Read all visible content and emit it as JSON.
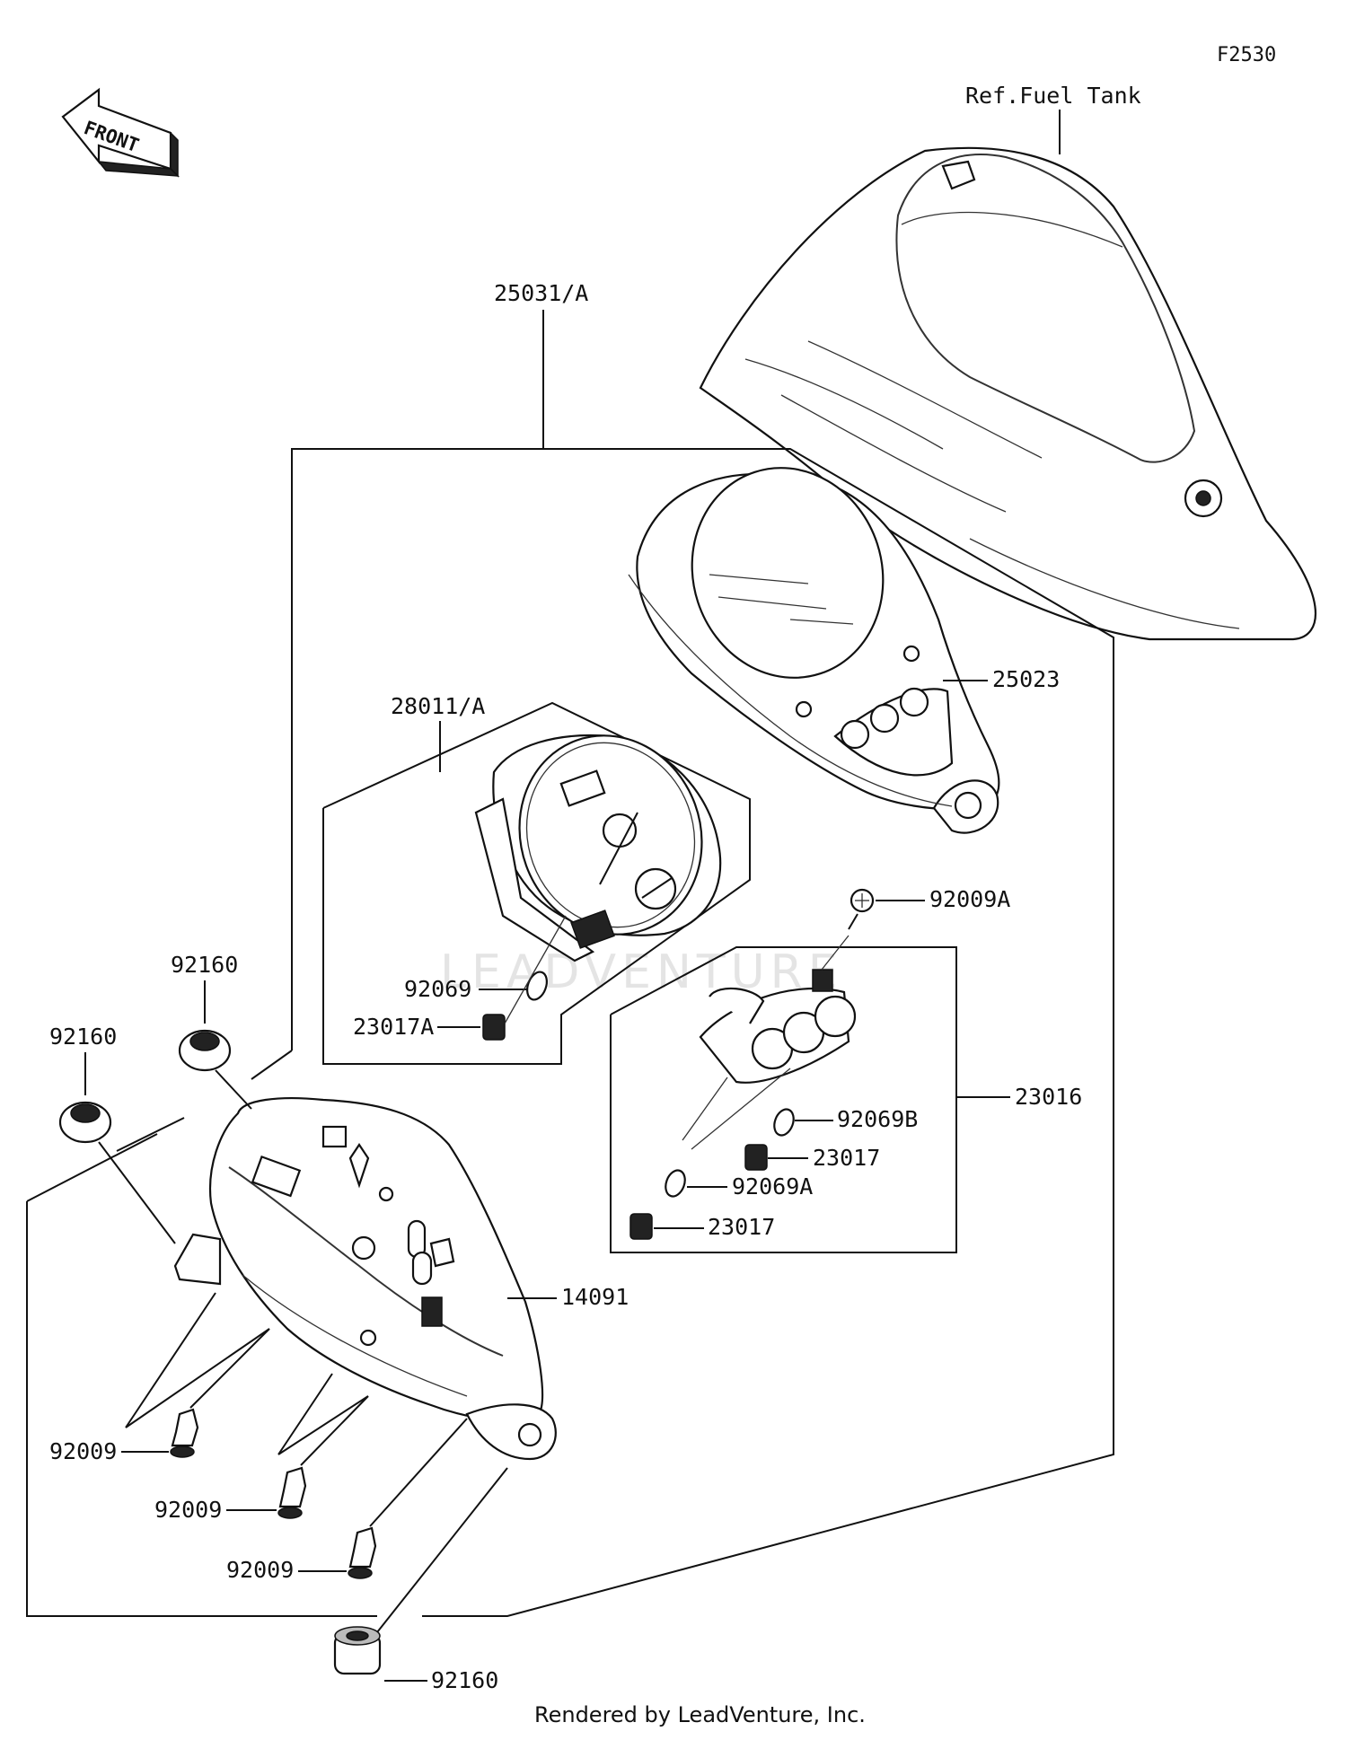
{
  "figure_code": "F2530",
  "front_label": "FRONT",
  "watermark": "LEADVENTURE",
  "footer": "Rendered by LeadVenture, Inc.",
  "labels": {
    "ref_fuel_tank": "Ref.Fuel Tank",
    "p25031A": "25031/A",
    "p25023": "25023",
    "p28011A": "28011/A",
    "p92009A": "92009A",
    "p92069": "92069",
    "p23017A": "23017A",
    "p23016": "23016",
    "p92069B": "92069B",
    "p23017_a": "23017",
    "p92069A": "92069A",
    "p23017_b": "23017",
    "p14091": "14091",
    "p92160_top": "92160",
    "p92160_left": "92160",
    "p92160_bottom": "92160",
    "p92009_1": "92009",
    "p92009_2": "92009",
    "p92009_3": "92009"
  }
}
